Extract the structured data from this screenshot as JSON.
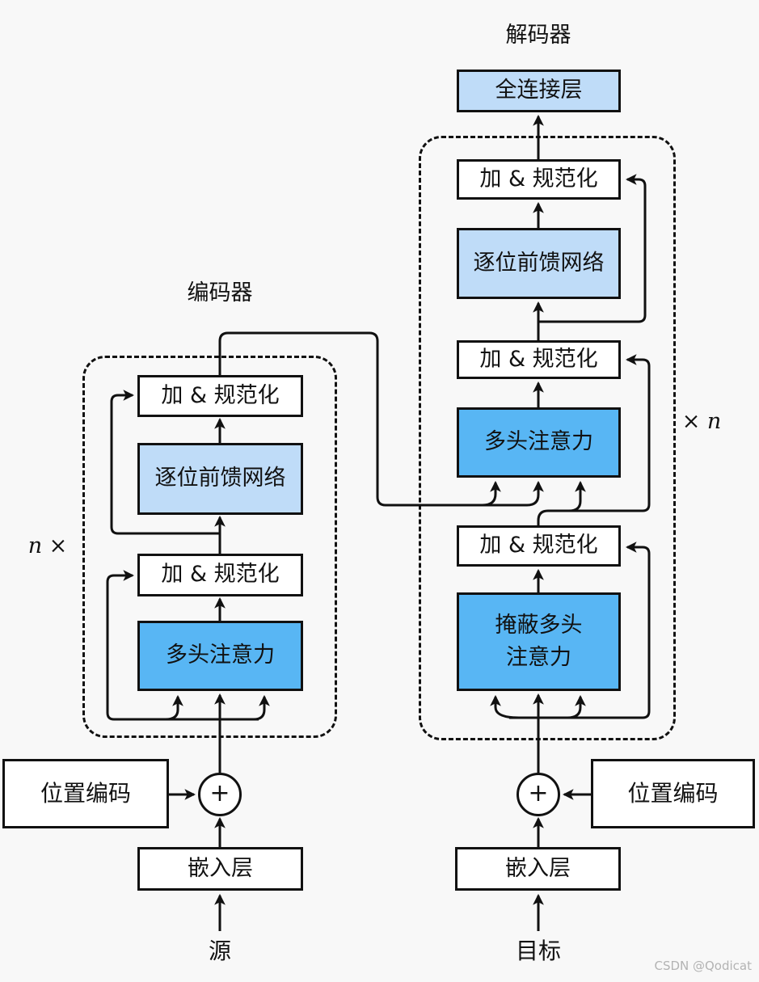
{
  "background": "#f8f8f8",
  "colors": {
    "line": "#111111",
    "box_border": "#111111",
    "light_blue": "#bfdcf8",
    "medium_blue": "#58b6f4",
    "white": "#ffffff",
    "watermark_gray": "#b3b3b3"
  },
  "decoder": {
    "title": "解码器",
    "fully_connected": "全连接层",
    "add_norm_top": "加 & 规范化",
    "ffn": "逐位前馈网络",
    "add_norm_mid": "加 & 规范化",
    "multi_head_attention": "多头注意力",
    "add_norm_bottom": "加 & 规范化",
    "masked_mha_line1": "掩蔽多头",
    "masked_mha_line2": "注意力",
    "repeat": "× n"
  },
  "encoder": {
    "title": "编码器",
    "add_norm_top": "加 & 规范化",
    "ffn": "逐位前馈网络",
    "add_norm_bottom": "加 & 规范化",
    "multi_head_attention": "多头注意力",
    "repeat": "n ×"
  },
  "inputs": {
    "encoder": {
      "positional_encoding": "位置编码",
      "embedding": "嵌入层",
      "label": "源",
      "plus": "+"
    },
    "decoder": {
      "positional_encoding": "位置编码",
      "embedding": "嵌入层",
      "label": "目标",
      "plus": "+"
    }
  },
  "watermark": "CSDN @Qodicat"
}
